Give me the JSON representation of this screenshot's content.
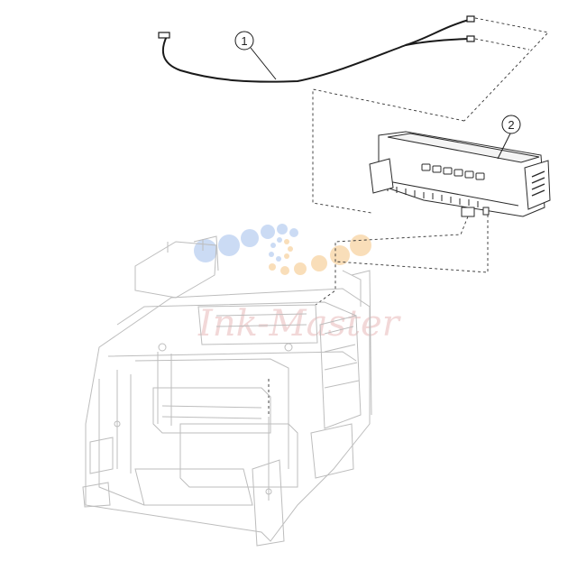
{
  "callouts": [
    {
      "id": "1",
      "label": "1"
    },
    {
      "id": "2",
      "label": "2"
    }
  ],
  "watermark": {
    "text": "Ink-Master",
    "colors": {
      "blue": "#a9c4ee",
      "orange": "#f6c98c",
      "pink": "#e9b9b9"
    }
  },
  "colors": {
    "line": "#1a1a1a",
    "frame": "#bdbdbd",
    "dash": "#333333"
  }
}
